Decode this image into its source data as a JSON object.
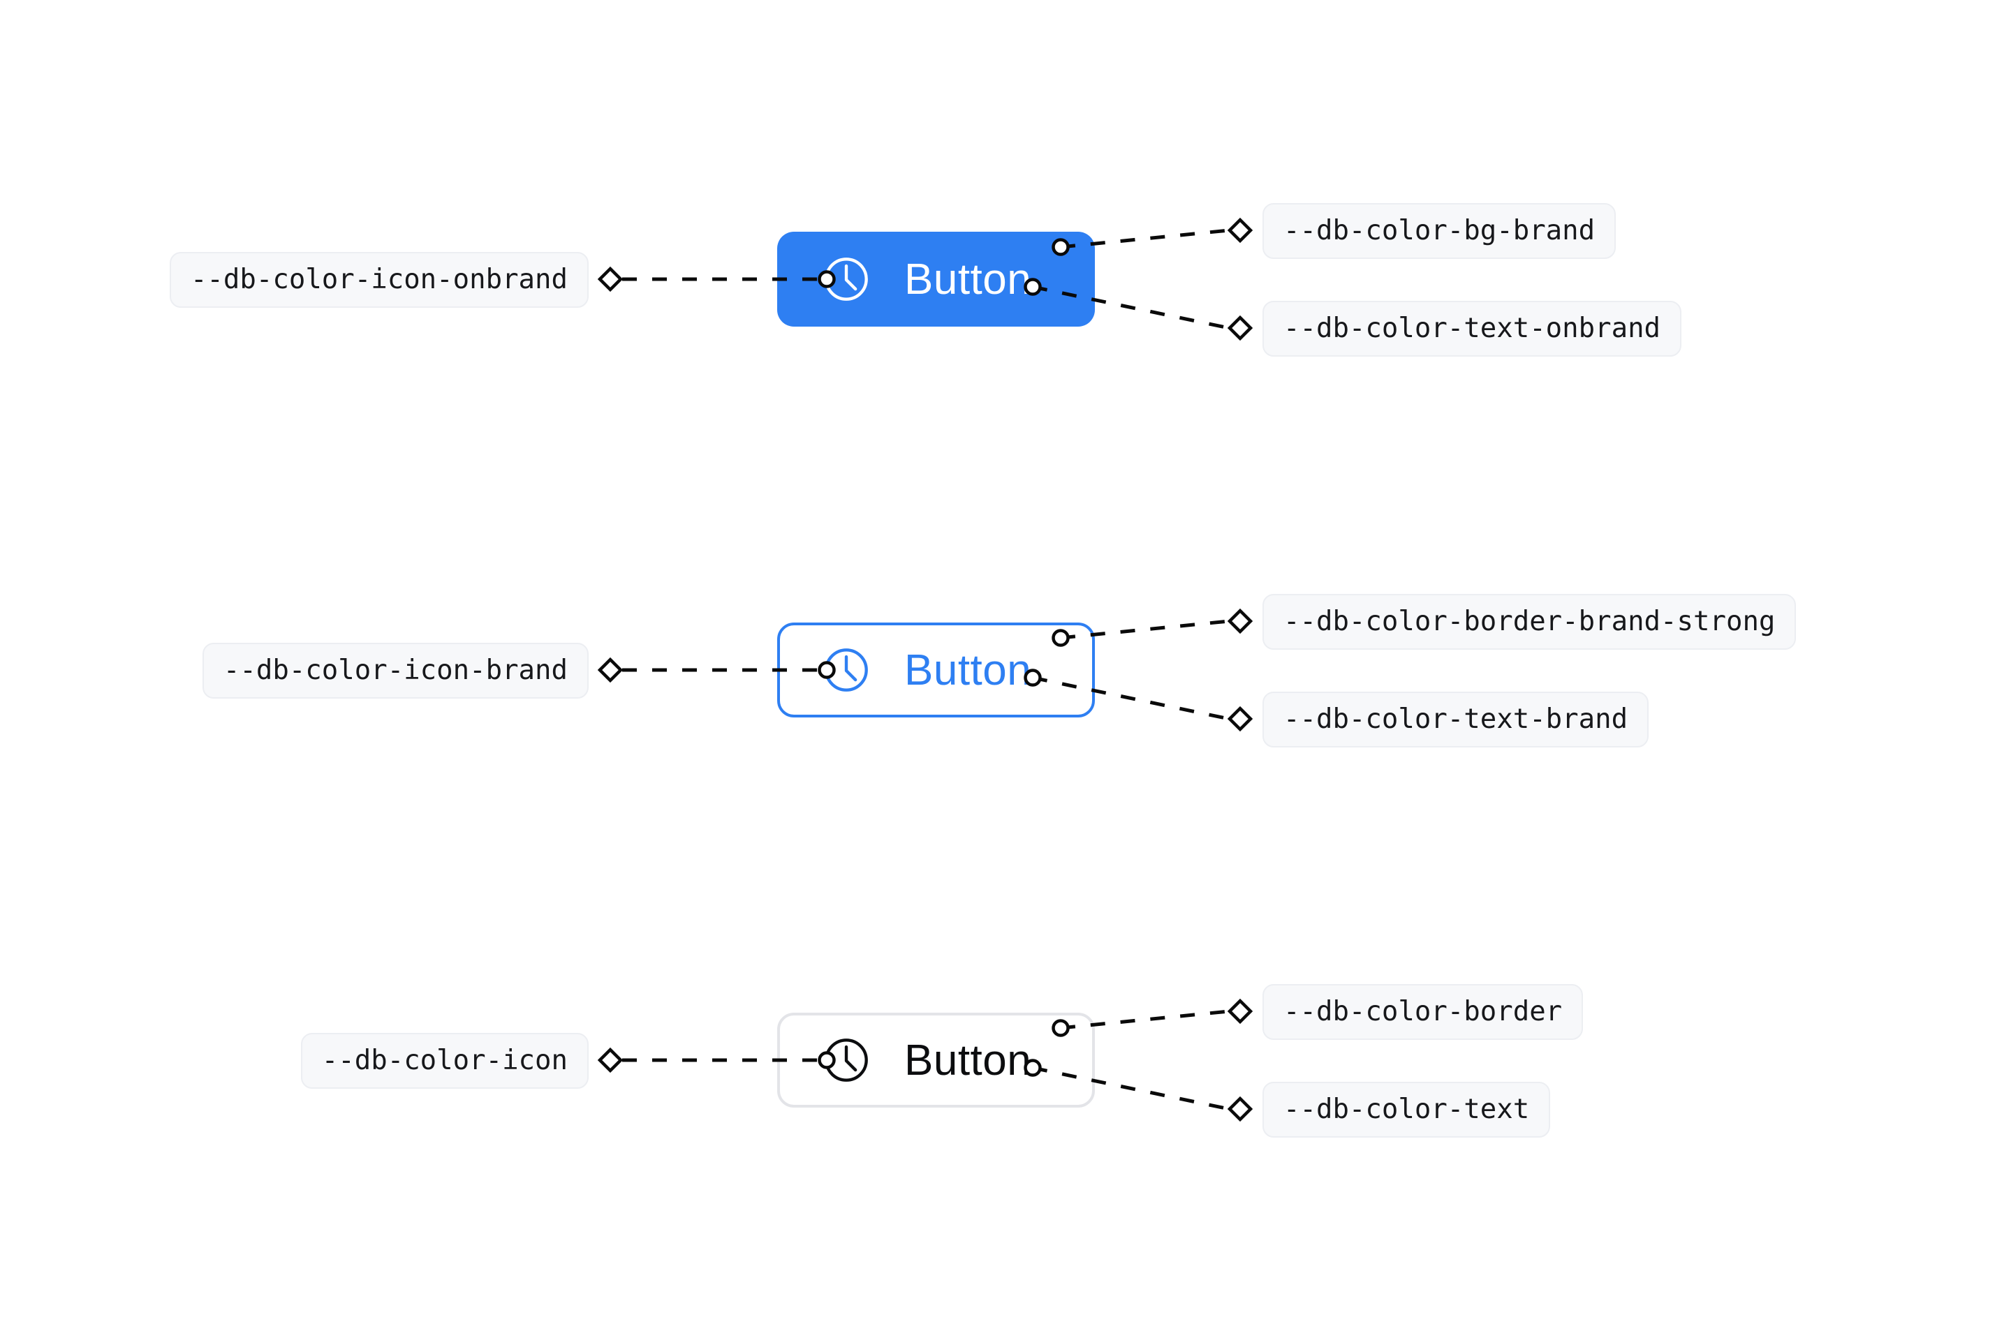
{
  "colors": {
    "brand_blue": "#2e7ff2",
    "neutral_border": "#e3e4e8",
    "pill_background": "#f7f8fa",
    "pill_border": "#eceef2",
    "token_text": "#17181b",
    "connector_black": "#0a0a0a",
    "onbrand_white": "#ffffff",
    "neutral_text": "#0c0d0f"
  },
  "rows": [
    {
      "button_label": "Button",
      "button_variant": "brand-filled",
      "icon": "clock-icon",
      "left_token": "--db-color-icon-onbrand",
      "right_top_token": "--db-color-bg-brand",
      "right_bottom_token": "--db-color-text-onbrand"
    },
    {
      "button_label": "Button",
      "button_variant": "brand-outline",
      "icon": "clock-icon",
      "left_token": "--db-color-icon-brand",
      "right_top_token": "--db-color-border-brand-strong",
      "right_bottom_token": "--db-color-text-brand"
    },
    {
      "button_label": "Button",
      "button_variant": "neutral-outline",
      "icon": "clock-icon",
      "left_token": "--db-color-icon",
      "right_top_token": "--db-color-border",
      "right_bottom_token": "--db-color-text"
    }
  ]
}
